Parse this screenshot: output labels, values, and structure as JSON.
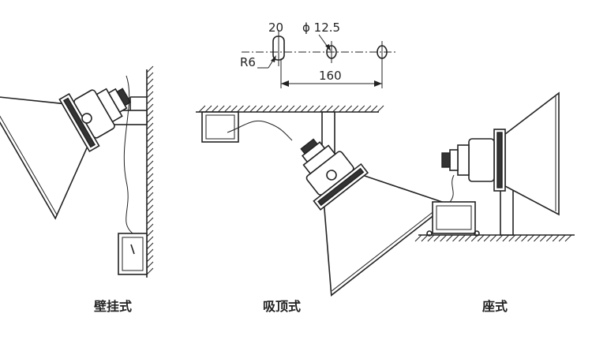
{
  "dimensions": {
    "hole_spacing": "20",
    "hole_diameter": "ϕ 12.5",
    "slot_radius": "R6",
    "total_length": "160"
  },
  "captions": {
    "wall_mount": "壁挂式",
    "ceiling_mount": "吸顶式",
    "base_mount": "座式"
  }
}
